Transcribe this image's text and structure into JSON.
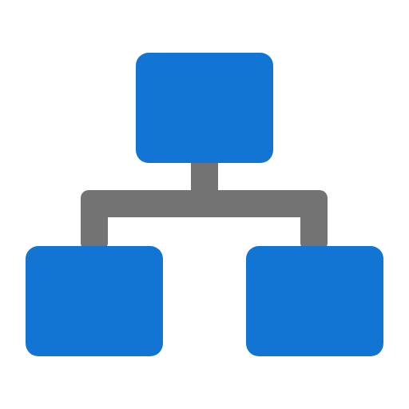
{
  "icon": {
    "name": "hierarchy-icon",
    "colors": {
      "node": "#1275D3",
      "connector": "#737373",
      "background": "#FFFFFF"
    },
    "nodes": [
      {
        "role": "parent"
      },
      {
        "role": "child-left"
      },
      {
        "role": "child-right"
      }
    ]
  }
}
